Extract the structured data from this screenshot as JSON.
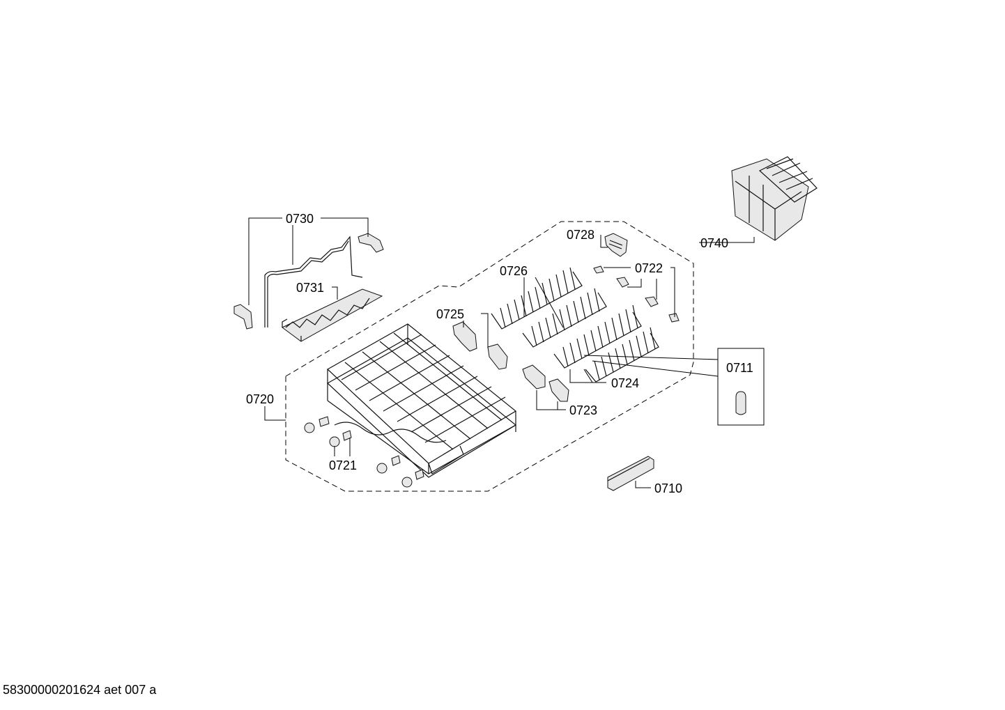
{
  "labels": {
    "p0730": "0730",
    "p0731": "0731",
    "p0728": "0728",
    "p0726": "0726",
    "p0722": "0722",
    "p0725": "0725",
    "p0740": "0740",
    "p0711": "0711",
    "p0724": "0724",
    "p0720": "0720",
    "p0723": "0723",
    "p0721": "0721",
    "p0710": "0710"
  },
  "footer": "58300000201624 aet 007 a"
}
